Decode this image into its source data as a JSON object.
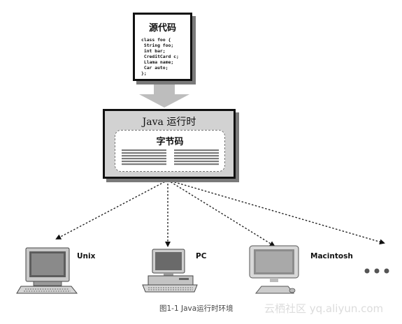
{
  "source": {
    "title": "源代码",
    "code_lines": [
      "class foo {",
      " String foo;",
      " int bar;",
      " CreditCard c;",
      " Llama name;",
      " Car auto;",
      "};"
    ]
  },
  "runtime": {
    "title": "Java 运行时",
    "bytecode_title": "字节码"
  },
  "platforms": [
    {
      "label": "Unix",
      "icon": "crt-computer-icon"
    },
    {
      "label": "PC",
      "icon": "desktop-pc-icon"
    },
    {
      "label": "Macintosh",
      "icon": "mac-monitor-icon"
    },
    {
      "label": "",
      "icon": "ellipsis-icon"
    }
  ],
  "caption": "图1-1 Java运行时环境",
  "watermark": "云栖社区 yq.aliyun.com",
  "colors": {
    "runtime_fill": "#d2d2d2",
    "arrow_fill": "#bdbdbd",
    "shadow": "#7a7a7a"
  }
}
